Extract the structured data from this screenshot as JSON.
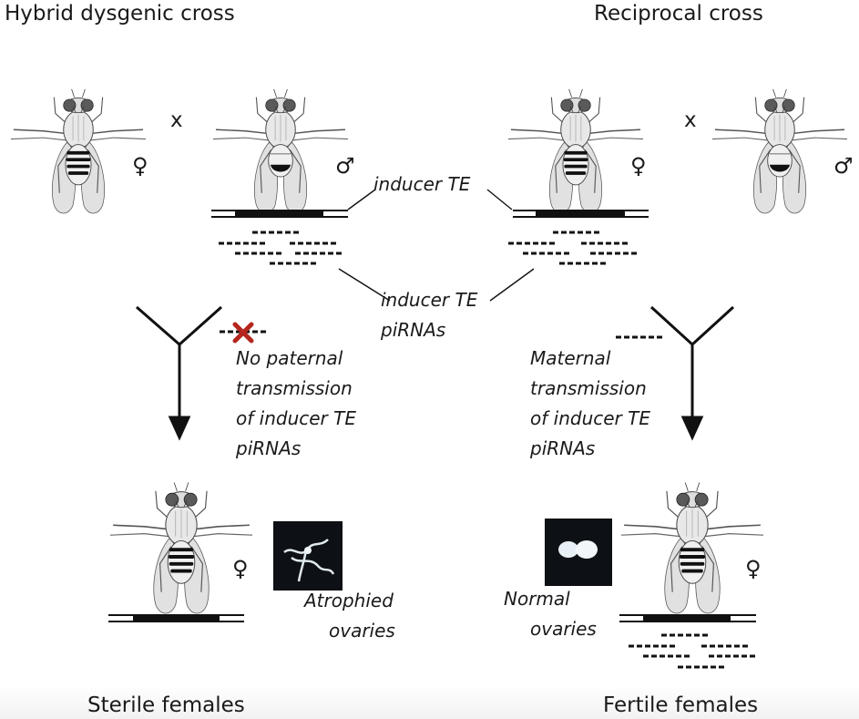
{
  "headings": {
    "left": "Hybrid dysgenic cross",
    "right": "Reciprocal cross"
  },
  "symbols": {
    "cross": "x",
    "female": "♀",
    "male": "♂"
  },
  "labels": {
    "inducer_te": "inducer TE",
    "inducer_te_pirnas": [
      "inducer TE",
      "piRNAs"
    ],
    "no_paternal": [
      "No paternal",
      "transmission",
      "of inducer TE",
      "piRNAs"
    ],
    "maternal": [
      "Maternal",
      "transmission",
      "of inducer TE",
      "piRNAs"
    ],
    "atrophied": [
      "Atrophied",
      "ovaries"
    ],
    "normal": [
      "Normal",
      "ovaries"
    ]
  },
  "outcomes": {
    "left": "Sterile females",
    "right": "Fertile females"
  },
  "colors": {
    "block_x": "#b5261e",
    "ink": "#111111",
    "fly_body": "#e6e6e6",
    "fly_wing": "#d9d9d9"
  }
}
